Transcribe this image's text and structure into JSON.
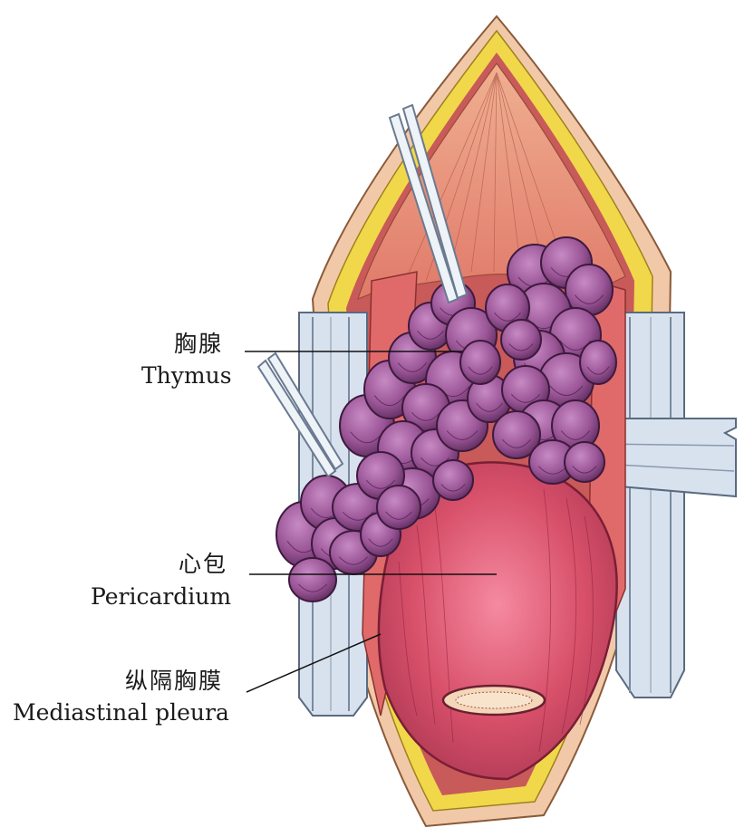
{
  "labels": {
    "thymus": {
      "zh": "胸腺",
      "en": "Thymus"
    },
    "pericardium": {
      "zh": "心包",
      "en": "Pericardium"
    },
    "pleura": {
      "zh": "纵隔胸膜",
      "en": "Mediastinal pleura"
    }
  },
  "colors": {
    "fat": "#f0d84a",
    "skin": "#e8a070",
    "muscle": "#e0806c",
    "thymus": "#a05a9c",
    "thymus_dark": "#5a2a5a",
    "pericardium": "#d8506a",
    "pericardium_light": "#f07a90",
    "retractor": "#d8e2ee",
    "retractor_edge": "#6a7a90"
  }
}
